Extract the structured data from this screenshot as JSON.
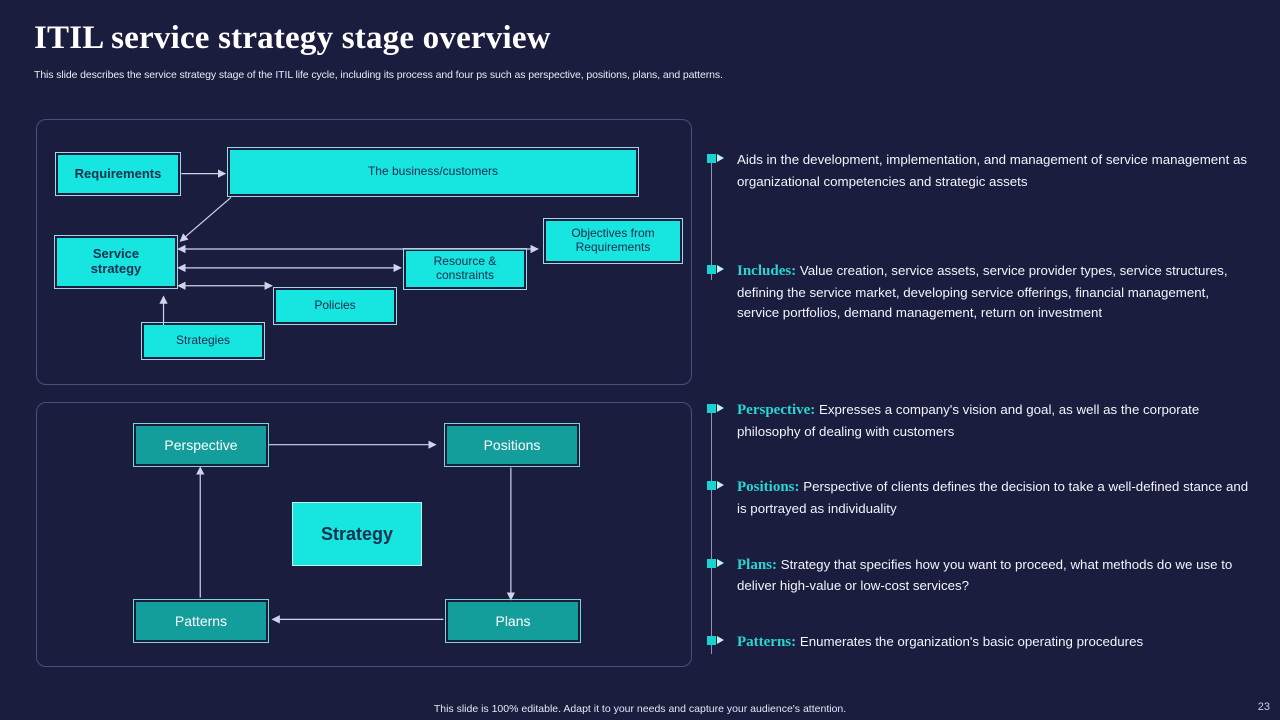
{
  "slide": {
    "title": "ITIL service strategy stage overview",
    "subtitle": "This slide describes the service strategy stage of the ITIL life cycle, including its process and four ps such as perspective, positions, plans, and patterns.",
    "footer_note": "This slide is 100% editable. Adapt it to your needs and capture your audience's attention.",
    "page_number": "23"
  },
  "colors": {
    "background": "#1b1d3e",
    "accent_cyan": "#16e5e0",
    "accent_teal": "#149e9b",
    "lead_label": "#29d6d2",
    "panel_border": "#4a4f7a",
    "connector": "#cfd4ea",
    "node_border_light": "#9fd8e8",
    "text_light": "#f2f4fb",
    "text_dark": "#16304f"
  },
  "process_diagram": {
    "nodes": [
      {
        "id": "requirements",
        "label": "Requirements"
      },
      {
        "id": "business",
        "label": "The business/customers"
      },
      {
        "id": "service",
        "label": "Service strategy"
      },
      {
        "id": "objectives",
        "label": "Objectives from Requirements"
      },
      {
        "id": "resource",
        "label": "Resource & constraints"
      },
      {
        "id": "policies",
        "label": "Policies"
      },
      {
        "id": "strategies",
        "label": "Strategies"
      }
    ],
    "node_labels": {
      "requirements": "Requirements",
      "business": "The business/customers",
      "service_line1": "Service",
      "service_line2": "strategy",
      "objectives_line1": "Objectives from",
      "objectives_line2": "Requirements",
      "resource_line1": "Resource &",
      "resource_line2": "constraints",
      "policies": "Policies",
      "strategies": "Strategies"
    },
    "connections": [
      {
        "from": "requirements",
        "to": "business",
        "type": "single"
      },
      {
        "from": "business",
        "to": "service",
        "type": "single"
      },
      {
        "from": "service",
        "to": "objectives",
        "type": "double"
      },
      {
        "from": "service",
        "to": "resource",
        "type": "double"
      },
      {
        "from": "service",
        "to": "policies",
        "type": "double"
      },
      {
        "from": "strategies",
        "to": "service",
        "type": "single"
      }
    ]
  },
  "four_ps_diagram": {
    "nodes": [
      {
        "id": "perspective",
        "label": "Perspective"
      },
      {
        "id": "positions",
        "label": "Positions"
      },
      {
        "id": "plans",
        "label": "Plans"
      },
      {
        "id": "patterns",
        "label": "Patterns"
      },
      {
        "id": "strategy",
        "label": "Strategy"
      }
    ],
    "node_labels": {
      "perspective": "Perspective",
      "positions": "Positions",
      "plans": "Plans",
      "patterns": "Patterns",
      "strategy": "Strategy"
    },
    "connections": [
      {
        "from": "perspective",
        "to": "positions",
        "type": "single"
      },
      {
        "from": "positions",
        "to": "plans",
        "type": "single"
      },
      {
        "from": "plans",
        "to": "patterns",
        "type": "single"
      },
      {
        "from": "patterns",
        "to": "perspective",
        "type": "single"
      }
    ]
  },
  "bullets_top": [
    {
      "lead": "",
      "text": "Aids in the development, implementation, and management of service management as organizational competencies and strategic assets"
    },
    {
      "lead": "Includes:",
      "text": " Value creation, service assets, service provider types, service structures, defining the service market, developing service offerings, financial management, service portfolios, demand management, return on investment"
    }
  ],
  "bullets_bottom": [
    {
      "lead": "Perspective:",
      "text": " Expresses a company's vision and goal, as well as the corporate philosophy of dealing with customers"
    },
    {
      "lead": "Positions:",
      "text": " Perspective of clients defines the decision to take a well-defined stance and is portrayed as individuality"
    },
    {
      "lead": "Plans:",
      "text": " Strategy that specifies how you want to proceed, what methods do we use to deliver high-value or low-cost services?"
    },
    {
      "lead": "Patterns:",
      "text": " Enumerates the organization's basic operating procedures"
    }
  ]
}
